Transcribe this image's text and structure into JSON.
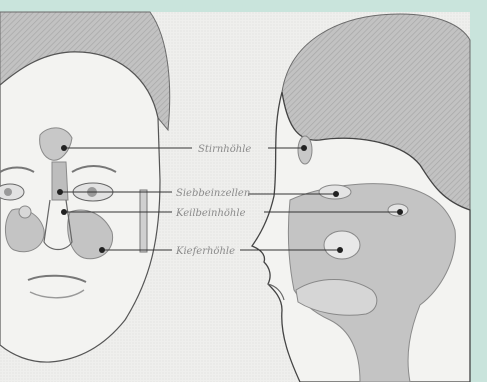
{
  "labels": {
    "stirnhoehle": "Stirnhöhle",
    "siebbeinzellen": "Siebbeinzellen",
    "keilbeinhoehle": "Keilbeinhöhle",
    "kieferhoehle": "Kieferhöhle"
  },
  "colors": {
    "background": "#c9e4dc",
    "panel": "#f4f4f2",
    "hair": "#b9b9b9",
    "skin": "#ececea",
    "sinus": "#c4c4c4",
    "outline": "#333333",
    "marker": "#222222"
  }
}
